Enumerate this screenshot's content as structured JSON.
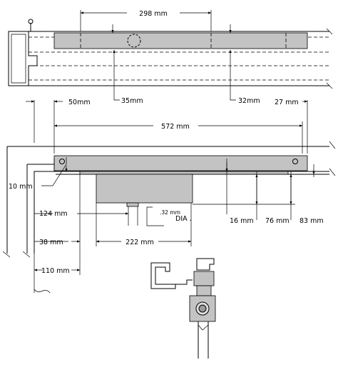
{
  "dimensions": {
    "d298": "298 mm",
    "d35": "35mm",
    "d32": "32mm",
    "d50": "50mm",
    "d27": "27 mm",
    "d572": "572 mm",
    "d10": "10 mm",
    "d124": "124 mm",
    "d32dia": ".32 mm",
    "dia": "DIA .",
    "d16": "16 mm",
    "d76": "76 mm",
    "d83": "83 mm",
    "d38": "38 mm",
    "d222": "222 mm",
    "d110": "110 mm"
  }
}
